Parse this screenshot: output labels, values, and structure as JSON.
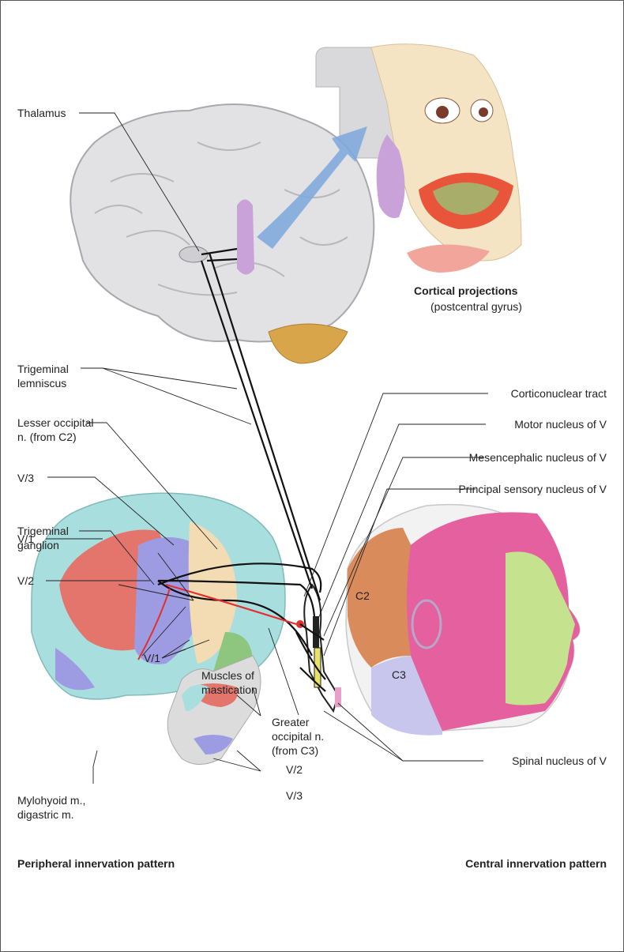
{
  "labels": {
    "thalamus": "Thalamus",
    "cortical_projections": "Cortical projections",
    "postcentral_gyrus": "(postcentral gyrus)",
    "trigeminal_lemniscus_1": "Trigeminal",
    "trigeminal_lemniscus_2": "lemniscus",
    "lesser_occipital_1": "Lesser occipital",
    "lesser_occipital_2": "n. (from C2)",
    "v3_top": "V/3",
    "trigeminal_ganglion_1": "Trigeminal",
    "trigeminal_ganglion_2": "ganglion",
    "v1_left": "V/1",
    "v2_left": "V/2",
    "corticonuclear_tract": "Corticonuclear tract",
    "motor_nucleus": "Motor nucleus of V",
    "mesencephalic_nucleus": "Mesencephalic nucleus of V",
    "principal_sensory_nucleus": "Principal sensory nucleus of V",
    "c2": "C2",
    "c3": "C3",
    "muscles_mastication_1": "Muscles of",
    "muscles_mastication_2": "mastication",
    "greater_occipital_1": "Greater",
    "greater_occipital_2": "occipital n.",
    "greater_occipital_3": "(from C3)",
    "v1_bottom": "V/1",
    "v2_bottom": "V/2",
    "v3_bottom": "V/3",
    "mylohyoid_1": "Mylohyoid m.,",
    "mylohyoid_2": "digastric m.",
    "spinal_nucleus": "Spinal nucleus of V",
    "peripheral_pattern": "Peripheral innervation pattern",
    "central_pattern": "Central innervation pattern"
  },
  "colors": {
    "v1_region": "#a8dede",
    "v2_region": "#e3756c",
    "v3_region": "#9d9be2",
    "c2_region": "#f3dcb4",
    "c3_region": "#c9c6ee",
    "neck_region": "#8fc67f",
    "face_pink": "#e4609f",
    "face_orange": "#d98b5c",
    "face_green": "#c5e38f",
    "brain_gray": "#e2e2e4",
    "postcentral_lilac": "#c8a2d8",
    "arrow_blue": "#7da7dd",
    "pathway_red": "#e23030"
  }
}
